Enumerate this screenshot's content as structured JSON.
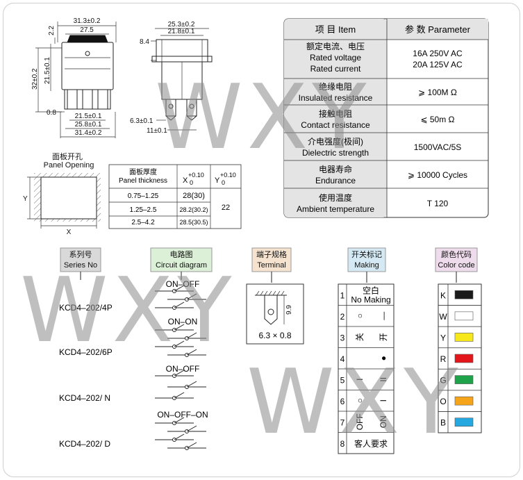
{
  "watermark": "WXY",
  "dimensions": {
    "front_top_width": "31.3±0.2",
    "front_inner_width": "27.5",
    "front_left_top": "2.2",
    "front_height_inner": "21.5±0.1",
    "front_height_total": "32±0.2",
    "front_bottom_gap": "0.8",
    "front_bottom_1": "21.5±0.1",
    "front_bottom_2": "25.8±0.1",
    "front_bottom_3": "31.4±0.2",
    "side_top_width": "25.3±0.2",
    "side_inner_width": "21.8±0.1",
    "side_left": "8.4",
    "side_pin_1": "6.3±0.1",
    "side_pin_2": "11±0.1"
  },
  "spec_table": {
    "header": {
      "item": "项 目  Item",
      "param": "参 数  Parameter"
    },
    "rows": [
      {
        "item_cn": "额定电流、电压",
        "item_en_1": "Rated voltage",
        "item_en_2": "Rated current",
        "value_1": "16A 250V AC",
        "value_2": "20A 125V AC"
      },
      {
        "item_cn": "绝缘电阻",
        "item_en_1": "Insulated resistance",
        "value_1": "⩾ 100M Ω"
      },
      {
        "item_cn": "接触电阻",
        "item_en_1": "Contact resistance",
        "value_1": "⩽ 50m Ω"
      },
      {
        "item_cn": "介电强度(极间)",
        "item_en_1": "Dielectric strength",
        "value_1": "1500VAC/5S"
      },
      {
        "item_cn": "电器寿命",
        "item_en_1": "Endurance",
        "value_1": "⩾ 10000 Cycles"
      },
      {
        "item_cn": "使用温度",
        "item_en_1": "Ambient temperature",
        "value_1": "T 120"
      }
    ]
  },
  "panel": {
    "title_cn": "面板开孔",
    "title_en": "Panel Opening",
    "label_x": "X",
    "label_y": "Y",
    "table_head_cn": "面板厚度",
    "table_head_en": "Panel thickness",
    "head_x": "X",
    "head_x_sup": "+0.10",
    "head_x_sub": "0",
    "head_y": "Y",
    "head_y_sup": "+0.10",
    "head_y_sub": "0",
    "rows": [
      {
        "thickness": "0.75–1.25",
        "x": "28(30)"
      },
      {
        "thickness": "1.25–2.5",
        "x": "28.2(30.2)"
      },
      {
        "thickness": "2.5–4.2",
        "x": "28.5(30.5)"
      }
    ],
    "y_value": "22"
  },
  "sections": {
    "series": {
      "cn": "系列号",
      "en": "Series No"
    },
    "circuit": {
      "cn": "电路图",
      "en": "Circuit diagram"
    },
    "terminal": {
      "cn": "端子规格",
      "en": "Terminal"
    },
    "making": {
      "cn": "开关标记",
      "en": "Making"
    },
    "color": {
      "cn": "颜色代码",
      "en": "Color code"
    }
  },
  "series_items": [
    "KCD4–202/4P",
    "KCD4–202/6P",
    "KCD4–202/ N",
    "KCD4–202/ D"
  ],
  "circuit_labels": [
    "ON–OFF",
    "ON–ON",
    "ON–OFF",
    "ON–OFF–ON"
  ],
  "terminal_dim_v": "9.9",
  "terminal_dim_h": "6.3 × 0.8",
  "making_rows": [
    {
      "num": "1",
      "text_cn": "空白",
      "text_en": "No Making"
    },
    {
      "num": "2",
      "left": "○",
      "right": "—"
    },
    {
      "num": "3",
      "left": "关",
      "right": "开"
    },
    {
      "num": "4",
      "left": "",
      "right": "●"
    },
    {
      "num": "5",
      "left": "I",
      "right": "II"
    },
    {
      "num": "6",
      "left": "○",
      "right": "I"
    },
    {
      "num": "7",
      "left": "OFF",
      "right": "ON"
    },
    {
      "num": "8",
      "text_cn": "客人要求"
    }
  ],
  "color_codes": [
    {
      "code": "K",
      "color": "#1a1a1a"
    },
    {
      "code": "W",
      "color": "#ffffff"
    },
    {
      "code": "Y",
      "color": "#f7e81c"
    },
    {
      "code": "R",
      "color": "#e3161b"
    },
    {
      "code": "G",
      "color": "#1ea34a"
    },
    {
      "code": "O",
      "color": "#f6a51b"
    },
    {
      "code": "B",
      "color": "#25a7e0"
    }
  ]
}
